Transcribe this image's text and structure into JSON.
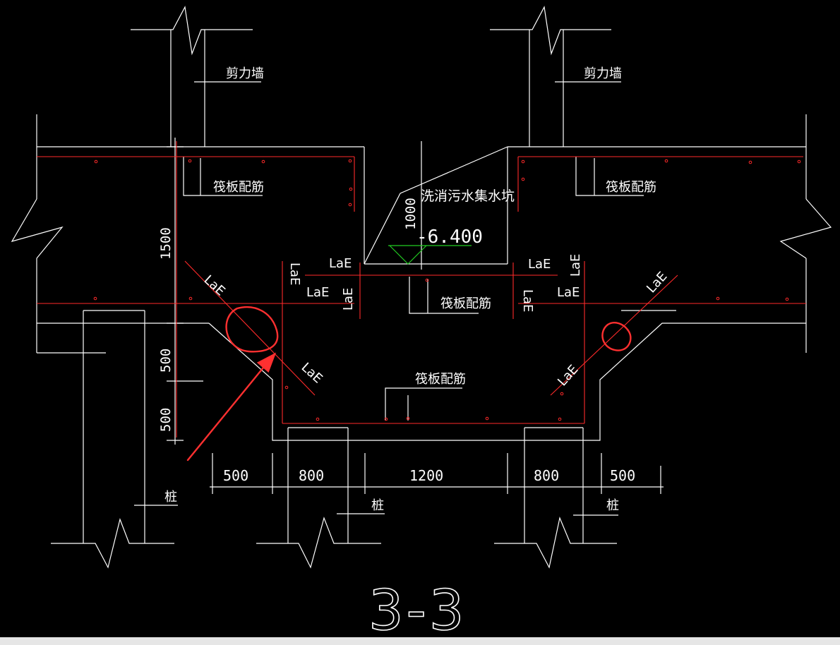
{
  "labels": {
    "shear_wall_left": "剪力墙",
    "shear_wall_right": "剪力墙",
    "raft_rebar_tl": "筏板配筋",
    "raft_rebar_tr": "筏板配筋",
    "raft_rebar_mid": "筏板配筋",
    "raft_rebar_bottom": "筏板配筋",
    "sump": "洗消污水集水坑",
    "elevation": "-6.400",
    "pile_left": "桩",
    "pile_mid": "桩",
    "pile_right": "桩",
    "section_title": "3-3"
  },
  "anchor_labels": {
    "lae_diag_upper_left": "LaE",
    "lae_diag_lower_left": "LaE",
    "lae_vert_left": "LaE",
    "lae_horiz_left_top": "LaE",
    "lae_horiz_left_low": "LaE",
    "lae_vert_left_low": "LaE",
    "lae_horiz_right_top": "LaE",
    "lae_vert_right_top": "LaE",
    "lae_horiz_right_low": "LaE",
    "lae_vert_right_low": "LaE",
    "lae_diag_upper_right": "LaE",
    "lae_diag_lower_right": "LaE"
  },
  "dimensions": {
    "depth_1000": "1000",
    "depth_1500": "1500",
    "depth_500_a": "500",
    "depth_500_b": "500",
    "width_500_left": "500",
    "width_800_left": "800",
    "width_1200": "1200",
    "width_800_right": "800",
    "width_500_right": "500"
  },
  "colors": {
    "background": "#000000",
    "outline": "#ffffff",
    "rebar": "#ff2a2a",
    "annotation": "#ff3030",
    "elevation_marker": "#22cc22"
  }
}
